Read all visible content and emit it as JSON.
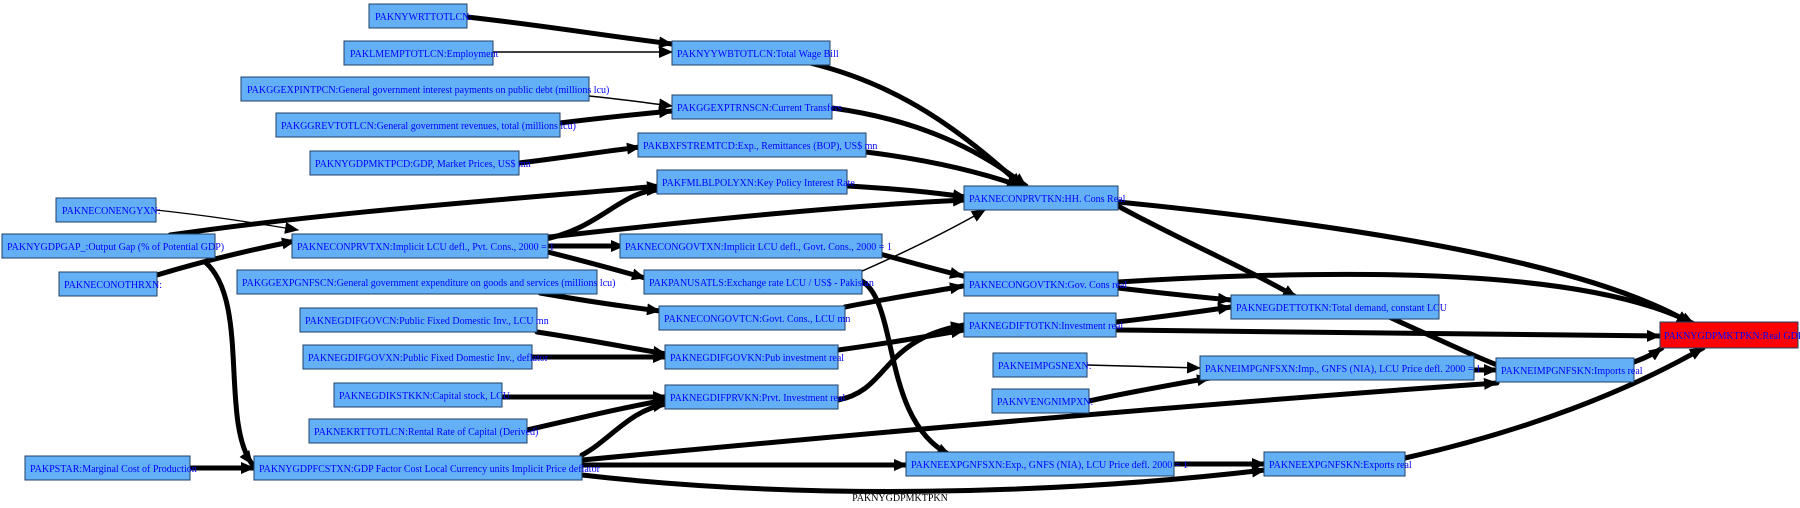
{
  "graph": {
    "caption": "PAKNYGDPMKTPKN",
    "colors": {
      "node_fill": "#64b0f6",
      "target_fill": "#ff0000",
      "text": "#0000ff",
      "edge": "#000000"
    },
    "nodes": [
      {
        "id": "wrt",
        "label": "PAKNYWRTTOTLCN:"
      },
      {
        "id": "emp",
        "label": "PAKLMEMPTOTLCN:Employment"
      },
      {
        "id": "wage",
        "label": "PAKNYYWBTOTLCN:Total Wage Bill"
      },
      {
        "id": "int",
        "label": "PAKGGEXPINTPCN:General government interest payments on public debt (millions lcu)"
      },
      {
        "id": "trn",
        "label": "PAKGGEXPTRNSCN:Current Transfers"
      },
      {
        "id": "rev",
        "label": "PAKGGREVTOTLCN:General government revenues, total (millions lcu)"
      },
      {
        "id": "remt",
        "label": "PAKBXFSTREMTCD:Exp., Remittances (BOP), US$ mn"
      },
      {
        "id": "gdpusd",
        "label": "PAKNYGDPMKTPCD:GDP, Market Prices, US$ mn"
      },
      {
        "id": "rate",
        "label": "PAKFMLBLPOLYXN:Key Policy Interest Rate"
      },
      {
        "id": "neng",
        "label": "PAKNECONENGYXN:"
      },
      {
        "id": "hhcons",
        "label": "PAKNECONPRVTKN:HH. Cons Real"
      },
      {
        "id": "gap",
        "label": "PAKNYGDPGAP_:Output Gap (% of Potential GDP)"
      },
      {
        "id": "prvdefl",
        "label": "PAKNECONPRVTXN:Implicit LCU defl., Pvt. Cons., 2000 = 1"
      },
      {
        "id": "govdefl",
        "label": "PAKNECONGOVTXN:Implicit LCU defl., Govt. Cons., 2000 = 1"
      },
      {
        "id": "oth",
        "label": "PAKNECONOTHRXN:"
      },
      {
        "id": "ggexp",
        "label": "PAKGGEXPGNFSCN:General government expenditure on goods and services (millions lcu)"
      },
      {
        "id": "fx",
        "label": "PAKPANUSATLS:Exchange rate LCU / US$ - Pakistan"
      },
      {
        "id": "govcons",
        "label": "PAKNECONGOVTKN:Gov. Cons real"
      },
      {
        "id": "govtcn",
        "label": "PAKNECONGOVTCN:Govt. Cons., LCU mn"
      },
      {
        "id": "gdifvcn",
        "label": "PAKNEGDIFGOVCN:Public Fixed Domestic Inv., LCU mn"
      },
      {
        "id": "invreal",
        "label": "PAKNEGDIFTOTKN:Investment real"
      },
      {
        "id": "dett",
        "label": "PAKNEGDETTOTKN:Total demand, constant LCU"
      },
      {
        "id": "gdifvxn",
        "label": "PAKNEGDIFGOVXN:Public Fixed Domestic Inv., deflator"
      },
      {
        "id": "pubinv",
        "label": "PAKNEGDIFGOVKN:Pub investment real"
      },
      {
        "id": "impgnex",
        "label": "PAKNEIMPGSNEXN:"
      },
      {
        "id": "impdefl",
        "label": "PAKNEIMPGNFSXN:Imp., GNFS (NIA), LCU Price defl. 2000 = 1"
      },
      {
        "id": "impreal",
        "label": "PAKNEIMPGNFSKN:Imports real"
      },
      {
        "id": "target",
        "label": "PAKNYGDPMKTPKN:Real GDP"
      },
      {
        "id": "cap",
        "label": "PAKNEGDIKSTKKN:Capital stock, LCU"
      },
      {
        "id": "prvinv",
        "label": "PAKNEGDIFPRVKN:Prvt. Investment real"
      },
      {
        "id": "ven",
        "label": "PAKNVENGNIMPXN:"
      },
      {
        "id": "krt",
        "label": "PAKNEKRTTOTLCN:Rental Rate of Capital (Derived)"
      },
      {
        "id": "star",
        "label": "PAKPSTAR:Marginal Cost of Production"
      },
      {
        "id": "fcst",
        "label": "PAKNYGDPFCSTXN:GDP Factor Cost Local Currency units Implicit Price deflator"
      },
      {
        "id": "expdefl",
        "label": "PAKNEEXPGNFSXN:Exp., GNFS (NIA), LCU Price defl. 2000 = 1"
      },
      {
        "id": "expreal",
        "label": "PAKNEEXPGNFSKN:Exports real"
      }
    ]
  }
}
